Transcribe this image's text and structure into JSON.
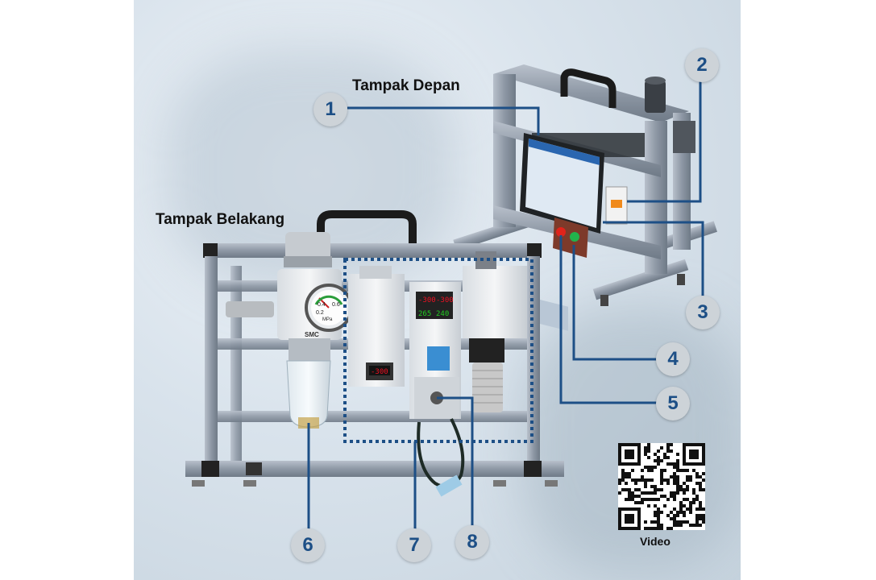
{
  "labels": {
    "front_view": "Tampak Depan",
    "rear_view": "Tampak Belakang",
    "video": "Video"
  },
  "callouts": [
    "1",
    "2",
    "3",
    "4",
    "5",
    "6",
    "7",
    "8"
  ],
  "gauge_ticks": [
    "0.4",
    "0.6",
    "0.2",
    "MPa"
  ],
  "sensor_readings": [
    "-300",
    "-300",
    "265",
    "240"
  ],
  "brand": "SMC",
  "colors": {
    "line": "#1d4f86",
    "frame": "#9aa4b1",
    "frame_dark": "#5d6874",
    "lamp_red": "#e0231b",
    "lamp_green": "#22b24c"
  },
  "icons": [
    "qr-code-icon"
  ]
}
